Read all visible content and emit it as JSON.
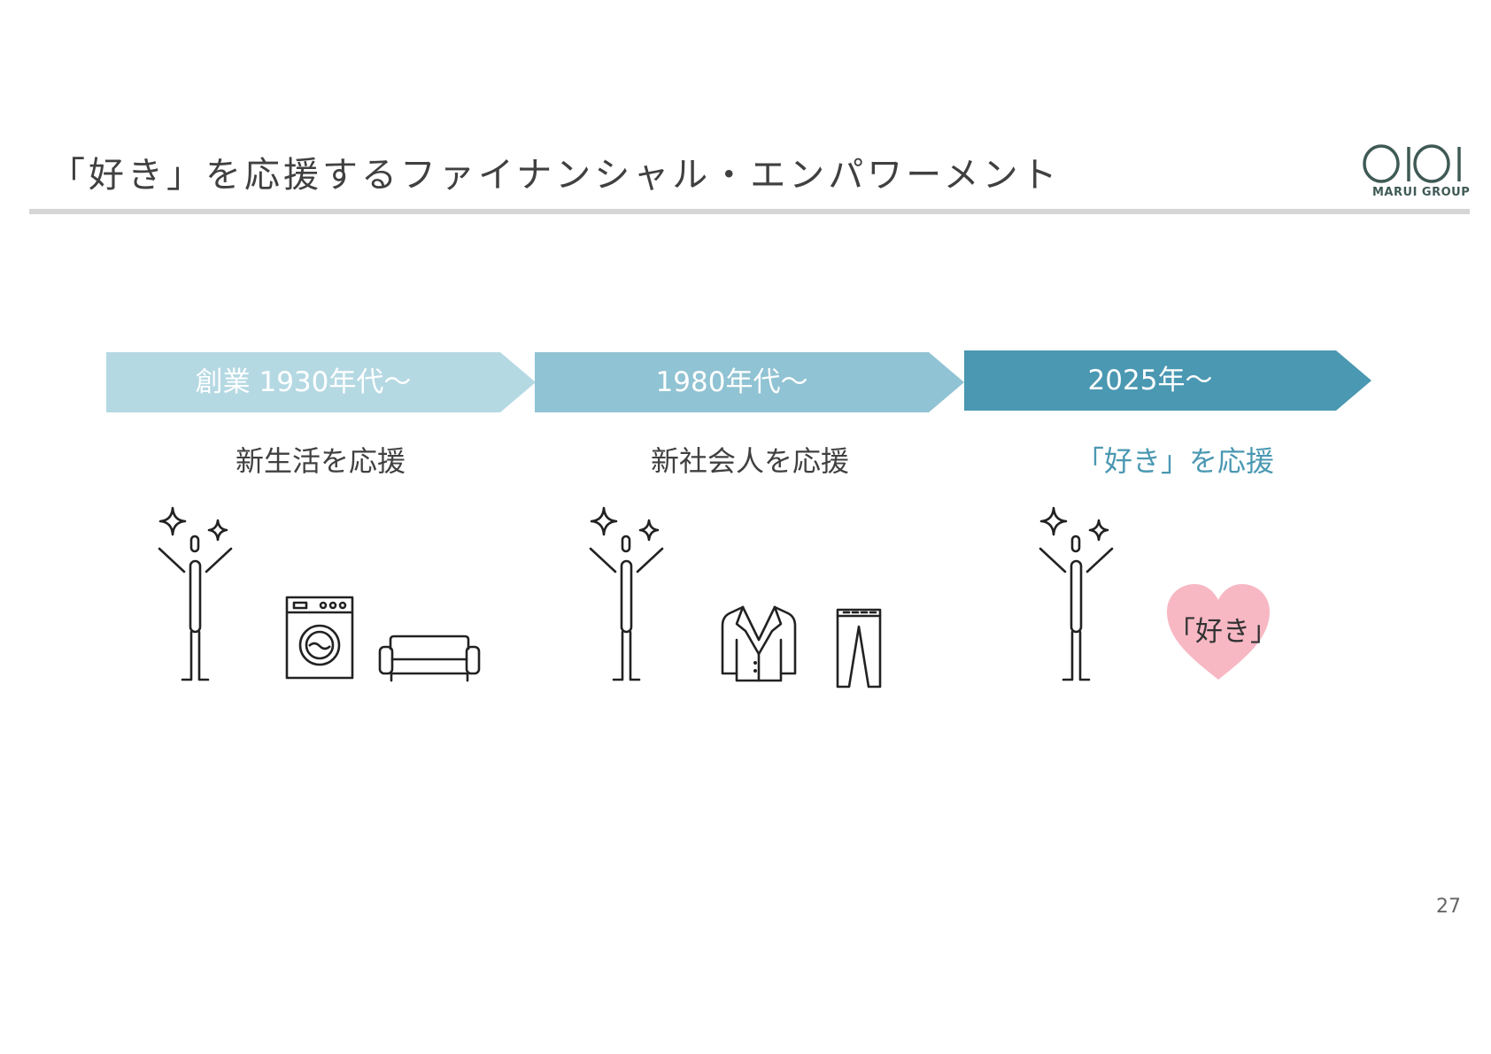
{
  "header": {
    "title": "「好き」を応援するファイナンシャル・エンパワーメント",
    "logo_text": "MARUI GROUP"
  },
  "timeline": {
    "stages": [
      {
        "label": "創業 1930年代〜",
        "subtitle": "新生活を応援",
        "color": "#b5d9e3"
      },
      {
        "label": "1980年代〜",
        "subtitle": "新社会人を応援",
        "color": "#90c3d3"
      },
      {
        "label": "2025年〜",
        "subtitle": "「好き」を応援",
        "color": "#4a98b2"
      }
    ]
  },
  "heart": {
    "label": "「好き」",
    "color": "#f7b8c4"
  },
  "page_number": "27",
  "icons": [
    "person-cheering-icon",
    "washing-machine-icon",
    "sofa-icon",
    "jacket-icon",
    "pants-icon",
    "heart-icon"
  ]
}
